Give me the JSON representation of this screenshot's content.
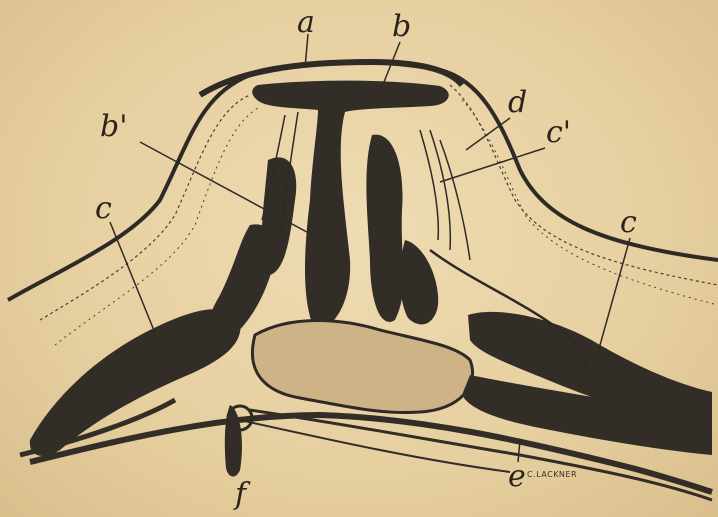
{
  "figure": {
    "labels": {
      "a": "a",
      "b": "b",
      "b_prime": "b'",
      "d": "d",
      "c_prime": "c'",
      "c_left": "c",
      "c_right": "c",
      "e": "e",
      "f": "f"
    },
    "signature": "C.LACKNER"
  },
  "colors": {
    "paper": "#e8d3a6",
    "ink": "#2f2a26",
    "ink_light": "#5a4f43"
  }
}
